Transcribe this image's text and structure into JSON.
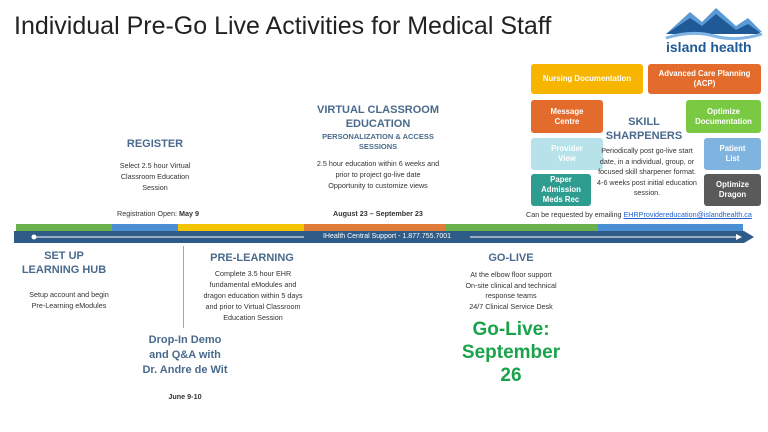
{
  "title": "Individual Pre-Go Live Activities for Medical Staff",
  "logo": {
    "text": "island health"
  },
  "register": {
    "heading": "REGISTER",
    "lines": [
      "Select 2.5 hour Virtual",
      "Classroom  Education",
      "Session"
    ],
    "open_label": "Registration Open:",
    "open_date": "May 9"
  },
  "virtual": {
    "heading1": "VIRTUAL CLASSROOM",
    "heading2": "EDUCATION",
    "sub1": "PERSONALIZATION & ACCESS",
    "sub2": "SESSIONS",
    "lines": [
      "2.5 hour education within 6 weeks and",
      "prior to project go-live date",
      "Opportunity to customize views"
    ],
    "dates": "August 23 – September 23"
  },
  "skill": {
    "heading1": "SKILL",
    "heading2": "SHARPENERS",
    "lines": [
      "Periodically post go-live start",
      "date, in a individual, group, or",
      "focused skill sharpener format.",
      "4-6 weeks post initial education",
      "session."
    ],
    "request_label": "Can be requested by emailing",
    "request_email": "EHRProvidereducation@islandhealth.ca"
  },
  "tiles": {
    "nursing": "Nursing Documentation",
    "acp1": "Advanced Care Planning",
    "acp2": "(ACP)",
    "msg1": "Message",
    "msg2": "Centre",
    "opt1": "Optimize",
    "opt2": "Documentation",
    "prov1": "Provider",
    "prov2": "View",
    "pat1": "Patient",
    "pat2": "List",
    "paper1": "Paper",
    "paper2": "Admission",
    "paper3": "Meds Rec",
    "drag1": "Optimize",
    "drag2": "Dragon"
  },
  "timeline": {
    "support": "IHealth Central Support - 1.877.755.7001"
  },
  "setup": {
    "heading1": "SET UP",
    "heading2": "LEARNING HUB",
    "lines": [
      "Setup account and begin",
      "Pre-Learning eModules"
    ]
  },
  "prelearning": {
    "heading": "PRE-LEARNING",
    "lines": [
      "Complete 3.5 hour EHR",
      "fundamental eModules and",
      "dragon education within 5 days",
      "and prior to Virtual Classroom",
      "Education Session"
    ]
  },
  "dropin": {
    "heading1": "Drop-In Demo",
    "heading2": "and Q&A with",
    "heading3": "Dr. Andre de Wit",
    "dates": "June 9-10"
  },
  "golive": {
    "heading": "GO-LIVE",
    "lines": [
      "At the elbow floor support",
      "On-site clinical and technical",
      "response teams",
      "24/7 Clinical Service Desk"
    ],
    "big1": "Go-Live:",
    "big2": "September",
    "big3": "26"
  },
  "colors": {
    "green": "#6ab04c",
    "blue": "#4a8fd4",
    "yellow": "#f5c400",
    "orange": "#e07b39",
    "navy": "#2e5b87"
  }
}
